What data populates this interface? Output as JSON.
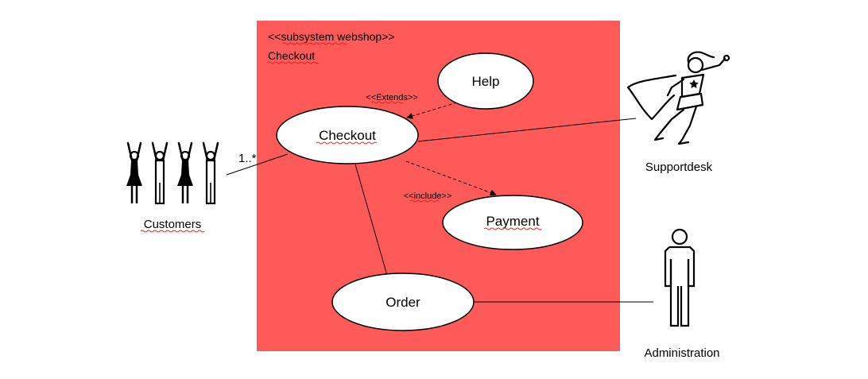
{
  "colors": {
    "subsystem_fill": "#ff5a5a",
    "usecase_fill": "#ffffff",
    "stroke": "#000000",
    "spellcheck_underline": "#e02020"
  },
  "subsystem": {
    "stereotype": "<<subsystem webshop>>",
    "name": "Checkout"
  },
  "use_cases": {
    "checkout": "Checkout",
    "help": "Help",
    "payment": "Payment",
    "order": "Order"
  },
  "relations": {
    "extends_label": "<<Extends>>",
    "include_label": "<<include>>",
    "multiplicity": "1..*"
  },
  "actors": {
    "customers": {
      "label": "Customers",
      "icon": "group-of-people-icon"
    },
    "supportdesk": {
      "label": "Supportdesk",
      "icon": "superhero-icon"
    },
    "administration": {
      "label": "Administration",
      "icon": "stick-person-icon"
    }
  }
}
